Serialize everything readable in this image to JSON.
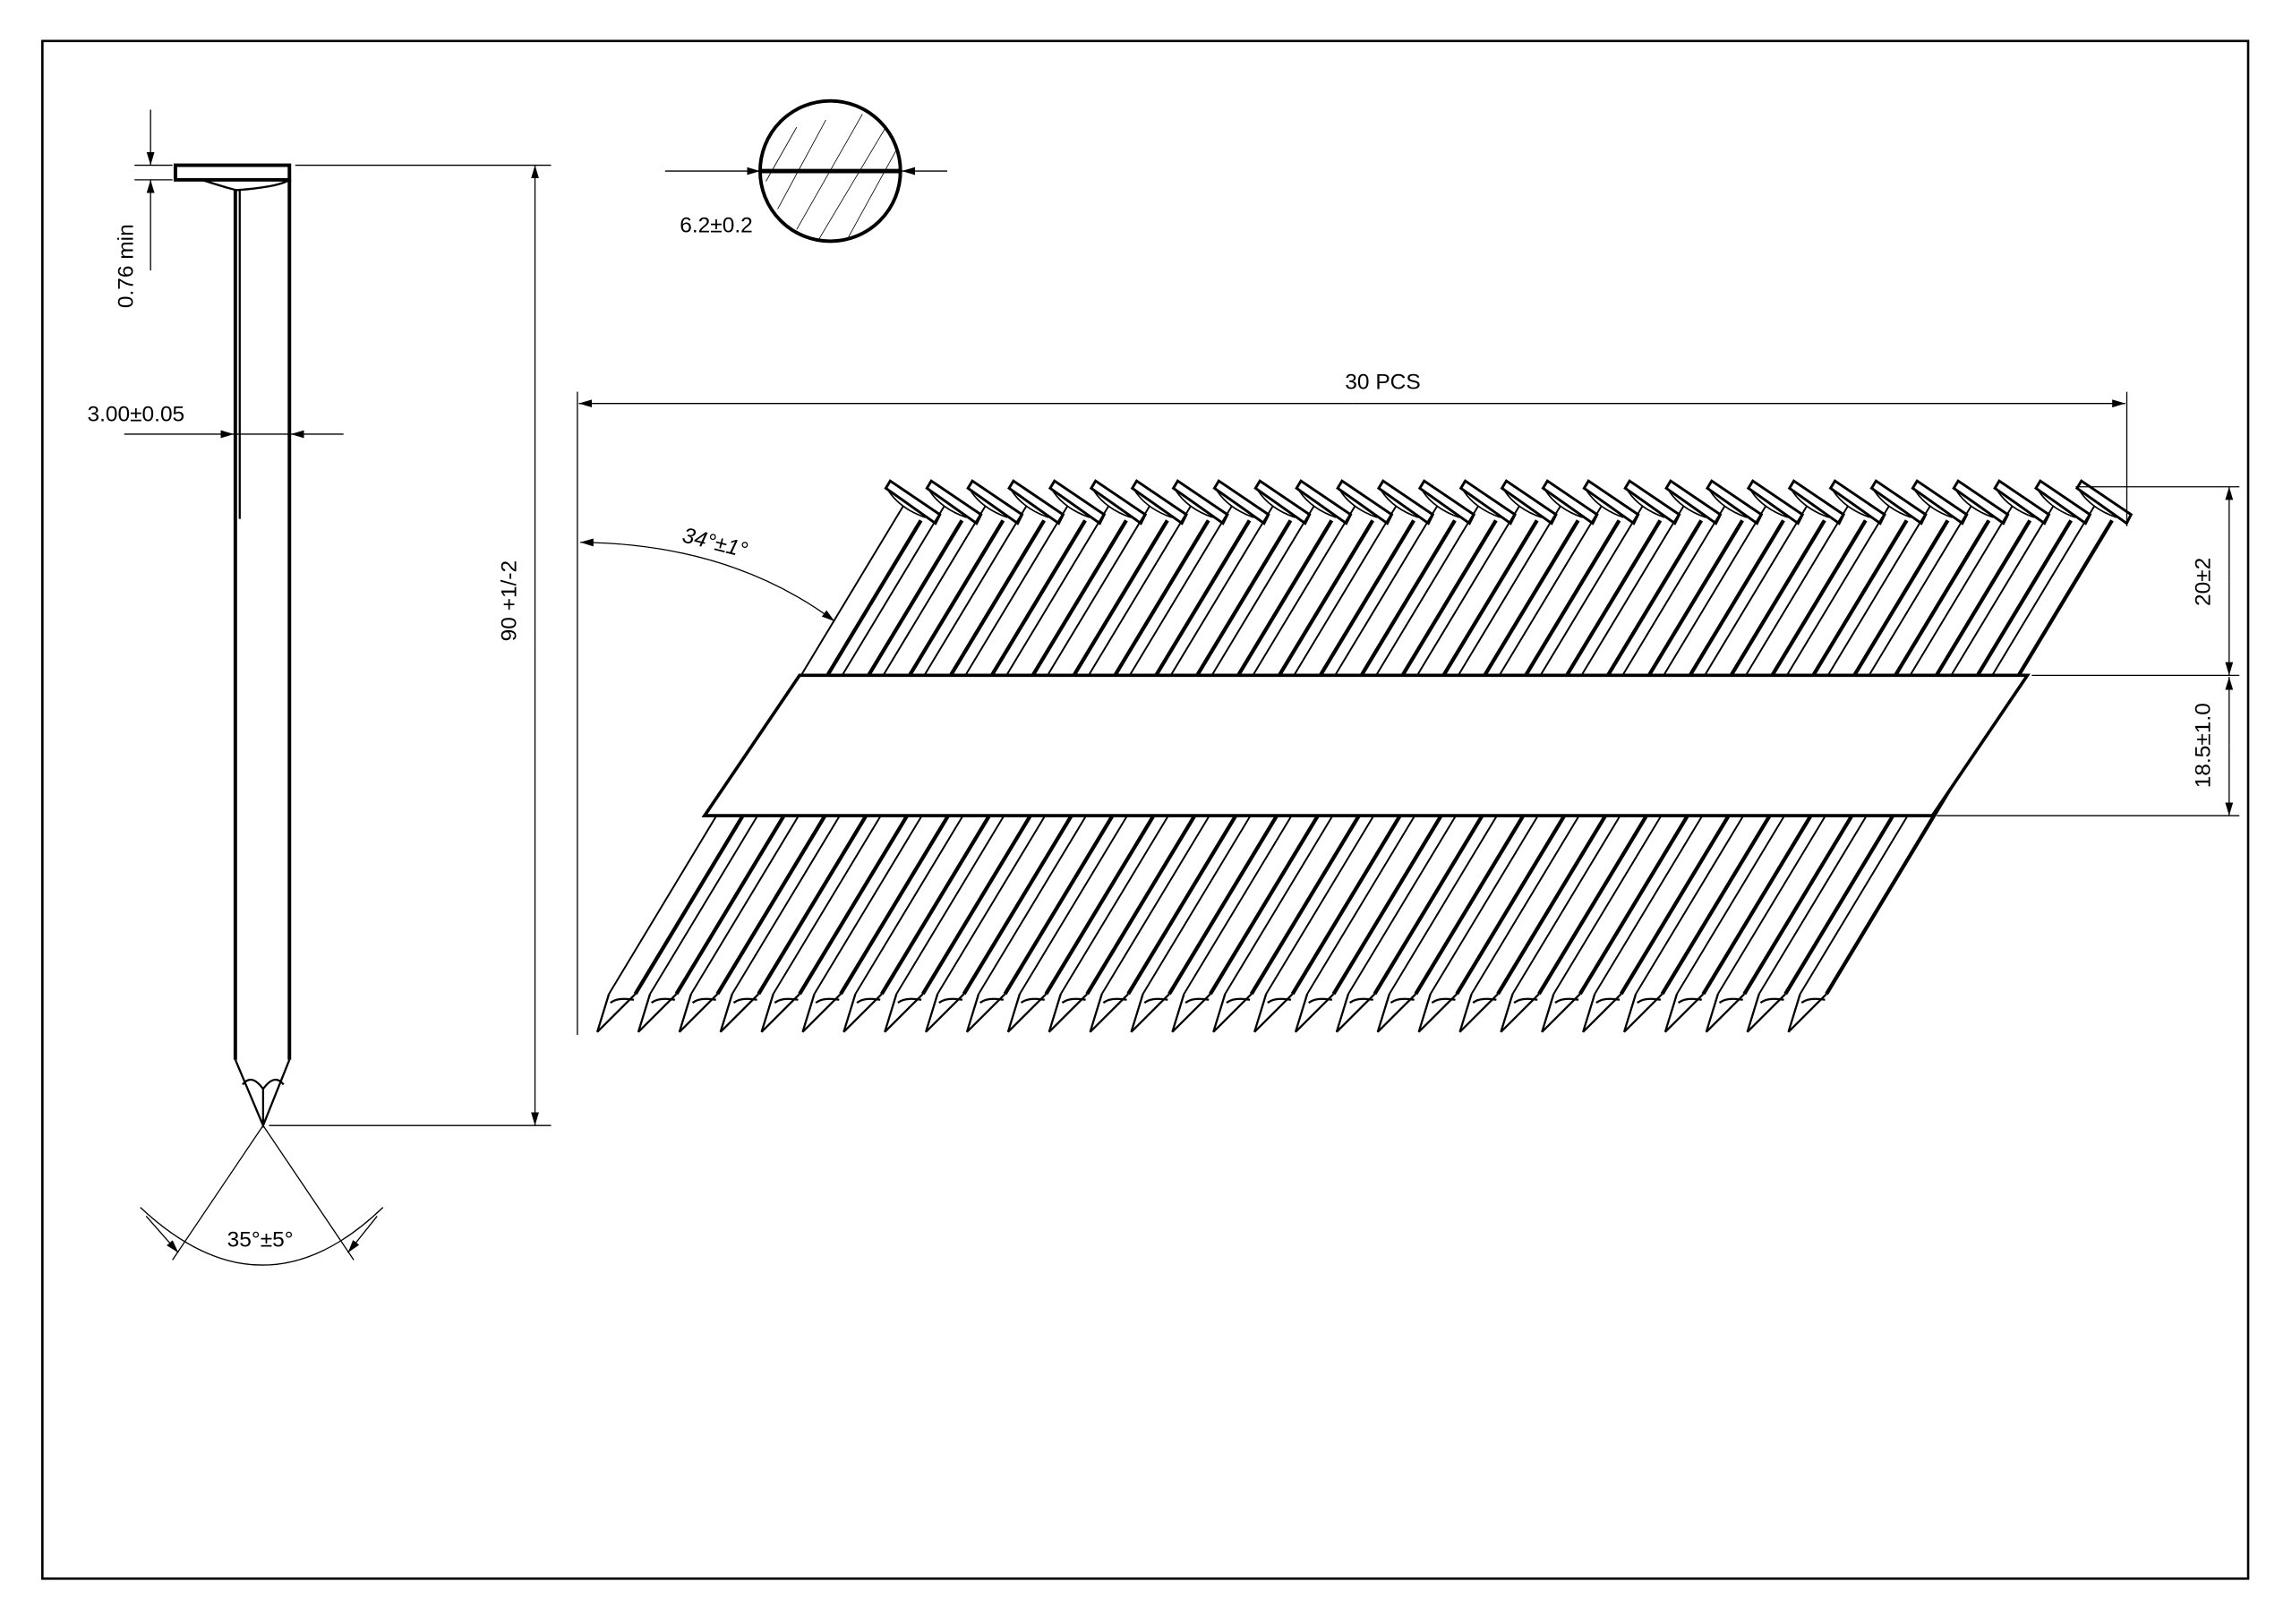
{
  "single_nail": {
    "head_thickness": "0.76 min",
    "shank_diameter": "3.00±0.05",
    "length": "90 +1/-2",
    "point_angle": "35°±5°"
  },
  "head_section": {
    "head_diameter": "6.2±0.2"
  },
  "strip": {
    "count_label": "30 PCS",
    "nail_count": 30,
    "collation_angle": "34°±1°",
    "head_to_paper": "20±2",
    "paper_width": "18.5±1.0"
  },
  "colors": {
    "line": "#000000",
    "background": "#ffffff"
  }
}
